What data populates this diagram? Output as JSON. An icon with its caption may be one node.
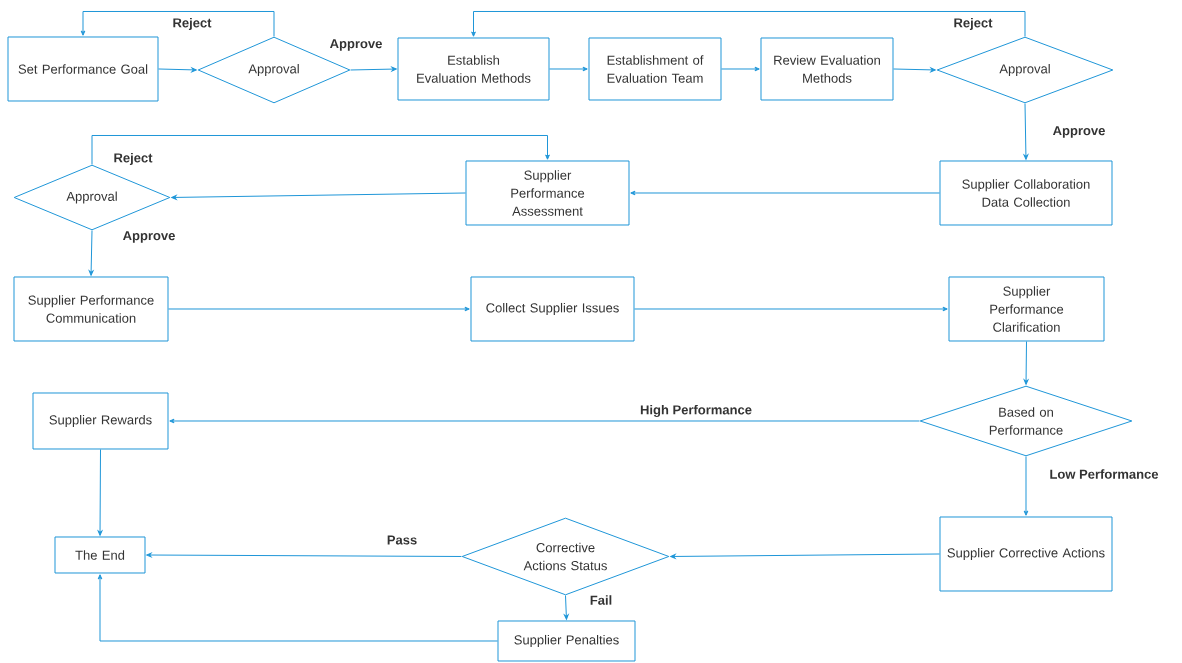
{
  "diagram": {
    "nodes": [
      {
        "text": [
          "Set Performance Goal"
        ]
      },
      {
        "text": [
          "Approval"
        ]
      },
      {
        "text": [
          "Establish Evaluation Methods"
        ]
      },
      {
        "text": [
          "Establishment of Evaluation Team"
        ]
      },
      {
        "text": [
          "Review Evaluation Methods"
        ]
      },
      {
        "text": [
          "Approval"
        ]
      },
      {
        "text": [
          "Supplier Collaboration Data Collection"
        ]
      },
      {
        "text": [
          "Supplier Performance Assessment"
        ]
      },
      {
        "text": [
          "Approval"
        ]
      },
      {
        "text": [
          "Supplier Performance Communication"
        ]
      },
      {
        "text": [
          "Collect Supplier Issues"
        ]
      },
      {
        "text": [
          "Supplier Performance Clarification"
        ]
      },
      {
        "text": [
          "Based on Performance"
        ]
      },
      {
        "text": [
          "Supplier Rewards"
        ]
      },
      {
        "text": [
          "Supplier Corrective Actions"
        ]
      },
      {
        "text": [
          "Corrective Actions Status"
        ]
      },
      {
        "text": [
          "The End"
        ]
      },
      {
        "text": [
          "Supplier Penalties"
        ]
      }
    ],
    "edges": [
      {
        "from": 0,
        "to": 1,
        "arrow": "to"
      },
      {
        "from": 1,
        "to": 0,
        "arrow": "to",
        "label": "Reject"
      },
      {
        "from": 1,
        "to": 2,
        "arrow": "to",
        "label": "Approve"
      },
      {
        "from": 2,
        "to": 3,
        "arrow": "to"
      },
      {
        "from": 3,
        "to": 4,
        "arrow": "to"
      },
      {
        "from": 4,
        "to": 5,
        "arrow": "to"
      },
      {
        "from": 5,
        "to": 2,
        "arrow": "to",
        "label": "Reject"
      },
      {
        "from": 5,
        "to": 6,
        "arrow": "to",
        "label": "Approve"
      },
      {
        "from": 6,
        "to": 7,
        "arrow": "to"
      },
      {
        "from": 7,
        "to": 8,
        "arrow": "to"
      },
      {
        "from": 8,
        "to": 7,
        "arrow": "to",
        "label": "Reject"
      },
      {
        "from": 8,
        "to": 9,
        "arrow": "to",
        "label": "Approve"
      },
      {
        "from": 9,
        "to": 10,
        "arrow": "to"
      },
      {
        "from": 10,
        "to": 11,
        "arrow": "to"
      },
      {
        "from": 11,
        "to": 12,
        "arrow": "to"
      },
      {
        "from": 12,
        "to": 13,
        "arrow": "to",
        "label": "High Performance"
      },
      {
        "from": 12,
        "to": 14,
        "arrow": "to",
        "label": "Low Performance"
      },
      {
        "from": 14,
        "to": 15,
        "arrow": "to"
      },
      {
        "from": 15,
        "to": 16,
        "arrow": "to",
        "label": "Pass"
      },
      {
        "from": 15,
        "to": 17,
        "arrow": "to",
        "label": "Fail"
      },
      {
        "from": 13,
        "to": 16,
        "arrow": "to"
      },
      {
        "from": 17,
        "to": 16,
        "arrow": "to"
      }
    ]
  }
}
